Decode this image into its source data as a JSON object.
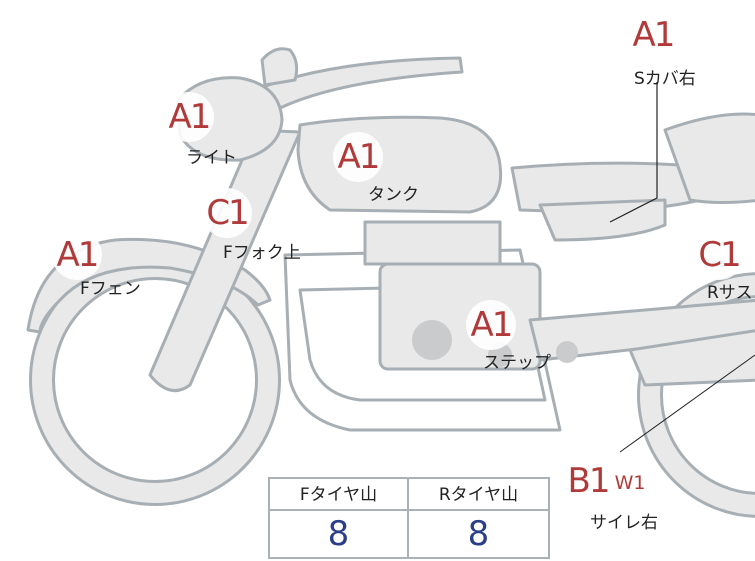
{
  "parts": [
    {
      "id": "s-cover-right",
      "grade": "A1",
      "label": "Sカバ右"
    },
    {
      "id": "light",
      "grade": "A1",
      "label": "ライト"
    },
    {
      "id": "tank",
      "grade": "A1",
      "label": "タンク"
    },
    {
      "id": "f-fork-upper",
      "grade": "C1",
      "label": "Fフォク上"
    },
    {
      "id": "f-fender",
      "grade": "A1",
      "label": "Fフェン"
    },
    {
      "id": "step",
      "grade": "A1",
      "label": "ステップ"
    },
    {
      "id": "r-suspension",
      "grade": "C1",
      "label": "Rサス"
    },
    {
      "id": "silencer-right",
      "grade": "B1",
      "grade2": "W1",
      "label": "サイレ右"
    }
  ],
  "tread": {
    "front_label": "Fタイヤ山",
    "rear_label": "Rタイヤ山",
    "front_value": "8",
    "rear_value": "8"
  },
  "colors": {
    "body": "#e8e9e8",
    "outline": "#a8afb4",
    "grade": "#b03a3a",
    "value": "#2a3f88"
  }
}
